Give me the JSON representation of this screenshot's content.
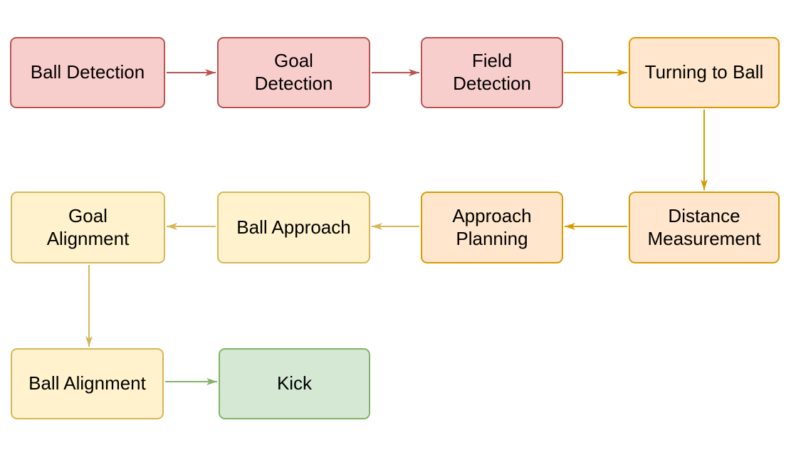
{
  "diagram": {
    "type": "flowchart",
    "palette": {
      "red_fill": "#F8CECC",
      "red_stroke": "#B85450",
      "orange_fill": "#FFE6CC",
      "orange_stroke": "#D79B00",
      "yellow_fill": "#FFF2CC",
      "yellow_stroke": "#D6B656",
      "green_fill": "#D5E8D4",
      "green_stroke": "#82B366",
      "text_color": "#000000",
      "background": "#FFFFFF"
    },
    "nodes": [
      {
        "id": "ball-detection",
        "label": "Ball Detection",
        "lines": [
          "Ball Detection"
        ],
        "color": "red"
      },
      {
        "id": "goal-detection",
        "label": "Goal Detection",
        "lines": [
          "Goal",
          "Detection"
        ],
        "color": "red"
      },
      {
        "id": "field-detection",
        "label": "Field Detection",
        "lines": [
          "Field",
          "Detection"
        ],
        "color": "red"
      },
      {
        "id": "turning-to-ball",
        "label": "Turning to Ball",
        "lines": [
          "Turning to Ball"
        ],
        "color": "orange"
      },
      {
        "id": "goal-alignment",
        "label": "Goal Alignment",
        "lines": [
          "Goal",
          "Alignment"
        ],
        "color": "yellow"
      },
      {
        "id": "ball-approach",
        "label": "Ball Approach",
        "lines": [
          "Ball Approach"
        ],
        "color": "yellow"
      },
      {
        "id": "approach-planning",
        "label": "Approach Planning",
        "lines": [
          "Approach",
          "Planning"
        ],
        "color": "orange"
      },
      {
        "id": "distance-measurement",
        "label": "Distance Measurement",
        "lines": [
          "Distance",
          "Measurement"
        ],
        "color": "orange"
      },
      {
        "id": "ball-alignment",
        "label": "Ball Alignment",
        "lines": [
          "Ball Alignment"
        ],
        "color": "yellow"
      },
      {
        "id": "kick",
        "label": "Kick",
        "lines": [
          "Kick"
        ],
        "color": "green"
      }
    ],
    "edges": [
      {
        "from": "ball-detection",
        "to": "goal-detection",
        "direction": "right",
        "color": "red"
      },
      {
        "from": "goal-detection",
        "to": "field-detection",
        "direction": "right",
        "color": "red"
      },
      {
        "from": "field-detection",
        "to": "turning-to-ball",
        "direction": "right",
        "color": "orange"
      },
      {
        "from": "turning-to-ball",
        "to": "distance-measurement",
        "direction": "down",
        "color": "orange"
      },
      {
        "from": "distance-measurement",
        "to": "approach-planning",
        "direction": "left",
        "color": "orange"
      },
      {
        "from": "approach-planning",
        "to": "ball-approach",
        "direction": "left",
        "color": "tan"
      },
      {
        "from": "ball-approach",
        "to": "goal-alignment",
        "direction": "left",
        "color": "tan"
      },
      {
        "from": "goal-alignment",
        "to": "ball-alignment",
        "direction": "down",
        "color": "tan"
      },
      {
        "from": "ball-alignment",
        "to": "kick",
        "direction": "right",
        "color": "green"
      }
    ]
  }
}
